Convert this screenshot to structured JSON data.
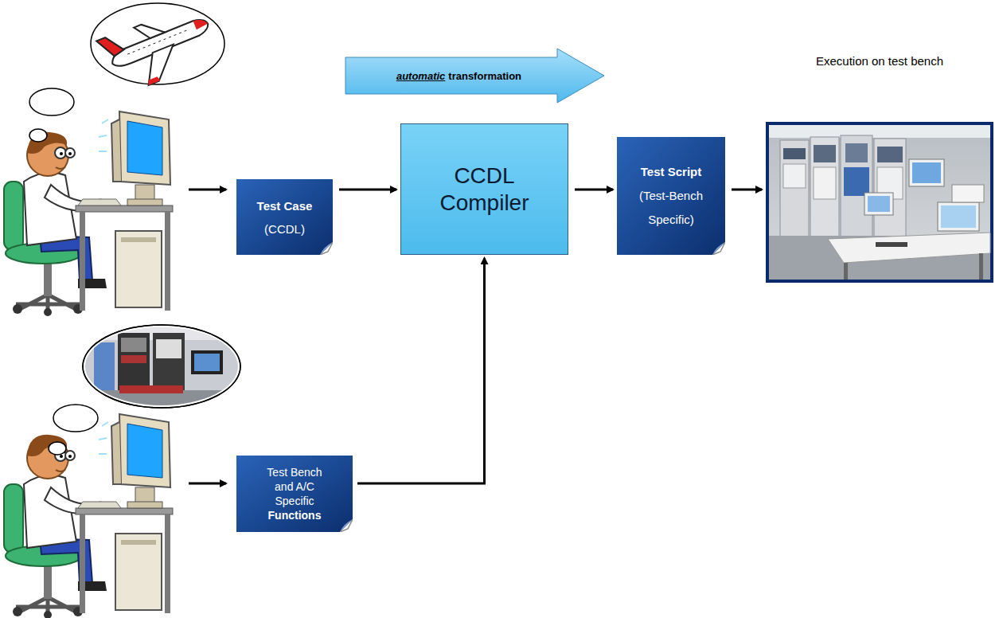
{
  "diagram": {
    "nodes": [
      {
        "text": [
          "automatic",
          "transformation"
        ]
      },
      {
        "text": [
          "Test Case",
          "(CCDL)"
        ]
      },
      {
        "text": [
          "CCDL Compiler"
        ]
      },
      {
        "text": [
          "Test Script",
          "(Test-Bench Specific)"
        ]
      },
      {
        "text": [
          "Execution on test bench"
        ]
      },
      {
        "text": [
          "Test Bench and A/C Specific",
          "Functions"
        ]
      }
    ],
    "edges": [
      {
        "from": 1,
        "to": 2,
        "arrow": "to"
      },
      {
        "from": 2,
        "to": 3,
        "arrow": "to"
      },
      {
        "from": 3,
        "to": 4,
        "arrow": "to"
      },
      {
        "from": 5,
        "to": 2,
        "arrow": "to"
      }
    ]
  }
}
